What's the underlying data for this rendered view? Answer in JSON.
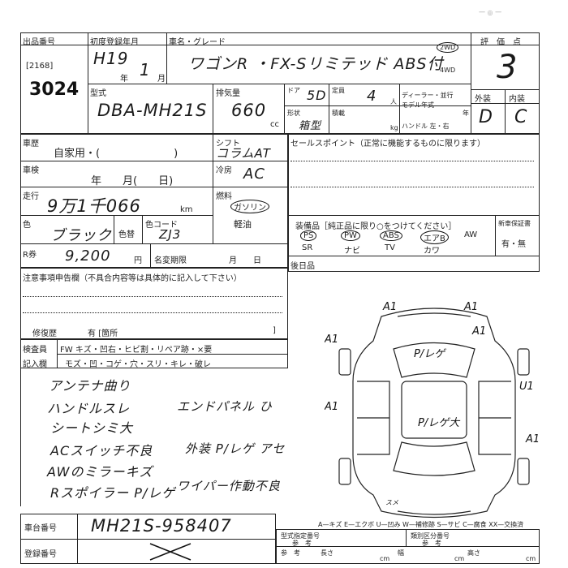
{
  "header": {
    "lot_label": "出品番号",
    "lot_small": "[2168]",
    "lot_number": "3024",
    "reg_label": "初度登録年月",
    "reg_year": "H19",
    "reg_year_unit": "年",
    "reg_month": "1",
    "reg_month_unit": "月",
    "name_label": "車名・グレード",
    "car_name": "ワゴンR ・FX-Sリミテッド ABS付",
    "drive_2wd": "2WD",
    "drive_4wd": "4WD",
    "score_label": "評　価　点",
    "score": "3"
  },
  "row2": {
    "model_label": "型式",
    "model": "DBA-MH21S",
    "cc_label": "排気量",
    "cc_value": "660",
    "cc_unit": "cc",
    "door_label": "ドア",
    "door_value": "5D",
    "cap_label": "定員",
    "cap_value": "4",
    "cap_unit": "人",
    "shape_label": "形状",
    "shape_value": "箱型",
    "load_label": "積載",
    "load_unit": "kg",
    "dealer_label": "ディーラー・並行",
    "model_year_label": "モデル年式",
    "model_year_unit": "年",
    "handle_label": "ハンドル 左・右",
    "ext_label": "外装",
    "int_label": "内装",
    "ext_grade": "D",
    "int_grade": "C"
  },
  "specs": {
    "category_label": "車歴",
    "category_value": "自家用・(　　　　　　　)",
    "shift_label": "シフト",
    "shift_value": "コラムAT",
    "inspection_label": "車検",
    "inspection_value": "年　　月(　　日)",
    "ac_label": "冷房",
    "ac_value": "AC",
    "mileage_label": "走行",
    "mileage_value": "9万1千066",
    "mileage_unit": "km",
    "fuel_label": "燃料",
    "fuel_gas": "ガソリン",
    "fuel_diesel": "軽油",
    "color_label": "色",
    "color_value": "ブラック",
    "color_code_label": "色コード",
    "color_code": "ZJ3",
    "tone_label": "色替",
    "tax_label": "R券",
    "tax_value": "9,200",
    "tax_unit": "円",
    "name_change_label": "名変期限",
    "name_change_unit": "月　　日"
  },
  "sales": {
    "title": "セールスポイント（正常に機能するものに限ります）"
  },
  "equipment": {
    "title": "装備品［純正品に限り○をつけてください］",
    "row1": [
      "PS",
      "PW",
      "ABS",
      "エアB",
      "AW"
    ],
    "row2": [
      "SR",
      "ナビ",
      "TV",
      "カワ"
    ],
    "warranty_label": "新車保証書",
    "warranty_value": "有・無",
    "retrofit_label": "後日品"
  },
  "notes": {
    "title": "注意事項申告欄（不具合内容等は具体的に記入して下さい）",
    "repair_label": "修復歴",
    "repair_value": "有 [箇所",
    "inspector_label": "検査員",
    "entry_label": "記入欄",
    "check_row1": "FW キズ・凹右・ヒビ割・リペア跡・×要",
    "check_row2": "モズ・凹・コゲ・穴・スリ・キレ・破レ"
  },
  "remarks_left": [
    "アンテナ曲り",
    "ハンドルスレ",
    "シートシミ大",
    "ACスイッチ不良",
    "AWのミラーキズ",
    "Rスポイラー P/レゲ"
  ],
  "remarks_right": [
    "エンドパネル ひ",
    "外装 P/レゲ アセ",
    "ワイパー作動不良"
  ],
  "diagram": {
    "marks": [
      "A1",
      "A1",
      "A1",
      "A1",
      "A1",
      "A1",
      "U1",
      "P/レゲ",
      "P/レゲ大",
      "スメ"
    ],
    "legend": "A—キズ E—エクボ U—凹み W—補修跡 S—サビ C—腐食 XX—交換済"
  },
  "footer": {
    "chassis_label": "車台番号",
    "chassis_value": "MH21S-958407",
    "plate_label": "登録番号",
    "type_approval_label": "型式指定番号",
    "ref_label": "参　考",
    "category_code_label": "類別区分番号",
    "length_label": "長さ",
    "width_label": "幅",
    "height_label": "高さ",
    "cm": "cm"
  }
}
